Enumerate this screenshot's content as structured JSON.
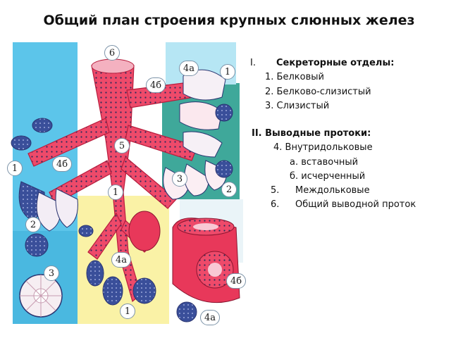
{
  "title": "Общий план строения крупных слюнных желез",
  "legend": {
    "sec_head_num": "I.",
    "sec_head": "Секреторные отделы:",
    "sec_1": "1. Белковый",
    "sec_2": "2. Белково-слизистый",
    "sec_3": "3. Слизистый",
    "duct_head": "II. Выводные протоки:",
    "duct_4": "4. Внутридольковые",
    "duct_4a": "а. вставочный",
    "duct_4b": "б. исчерченный",
    "duct_5_num": "5.",
    "duct_5": "Междольковые",
    "duct_6_num": "6.",
    "duct_6": "Общий выводной проток"
  },
  "badges": {
    "b6": "6",
    "b4a_top": "4а",
    "b1_top": "1",
    "b4b_top": "4б",
    "b5": "5",
    "b4b_left": "4б",
    "b1_left": "1",
    "b3_right": "3",
    "b2_right": "2",
    "b1_mid": "1",
    "b2_left": "2",
    "b4a_mid": "4а",
    "b3_bottom": "3",
    "b4b_bottom": "4б",
    "b1_bottom": "1",
    "b4a_bottom": "4а"
  },
  "colors": {
    "duct_red": "#e8385a",
    "acinus_blue": "#3a4f9a",
    "bg_cyan": "#5cc5ea",
    "bg_yellow": "#faf2a6",
    "bg_teal": "#3fa89a"
  }
}
